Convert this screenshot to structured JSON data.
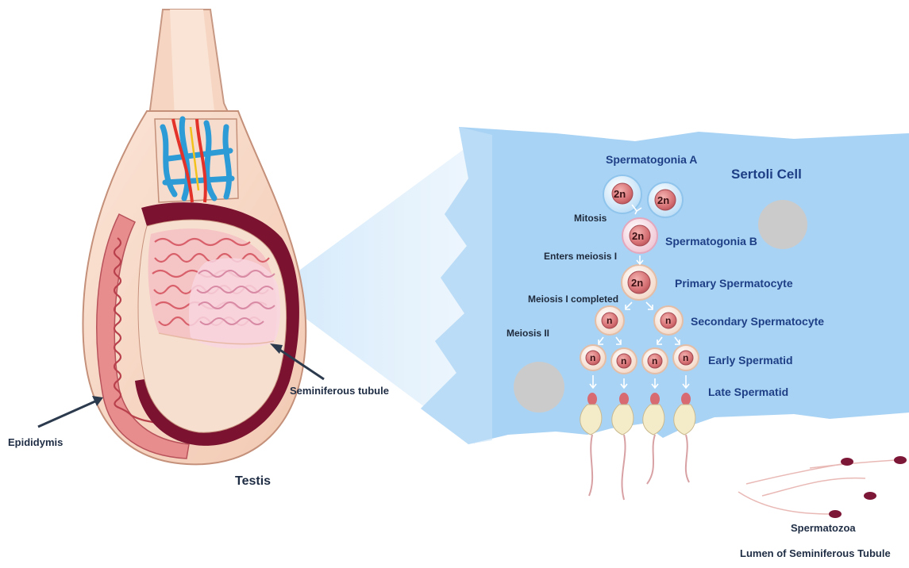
{
  "labels": {
    "testis": "Testis",
    "epididymis": "Epididymis",
    "seminiferous_tubule": "Seminiferous tubule",
    "sertoli_cell": "Sertoli Cell",
    "spermatogonia_a": "Spermatogonia A",
    "spermatogonia_b": "Spermatogonia B",
    "primary_spermatocyte": "Primary  Spermatocyte",
    "secondary_spermatocyte": "Secondary Spermatocyte",
    "early_spermatid": "Early Spermatid",
    "late_spermatid": "Late Spermatid",
    "spermatozoa": "Spermatozoa",
    "lumen": "Lumen of Seminiferous Tubule",
    "mitosis": "Mitosis",
    "enters_meiosis": "Enters meiosis I",
    "meiosis_completed": "Meiosis I completed",
    "meiosis_ii": "Meiosis II"
  },
  "ploidy": {
    "diploid": "2n",
    "haploid": "n"
  },
  "colors": {
    "panel": "#a9d3f4",
    "label_blue": "#1e3f86",
    "label_dark": "#1f2d44",
    "cell_nucleus": "#d9777b",
    "tubule": "#e0737a",
    "capsule": "#7a1230"
  }
}
